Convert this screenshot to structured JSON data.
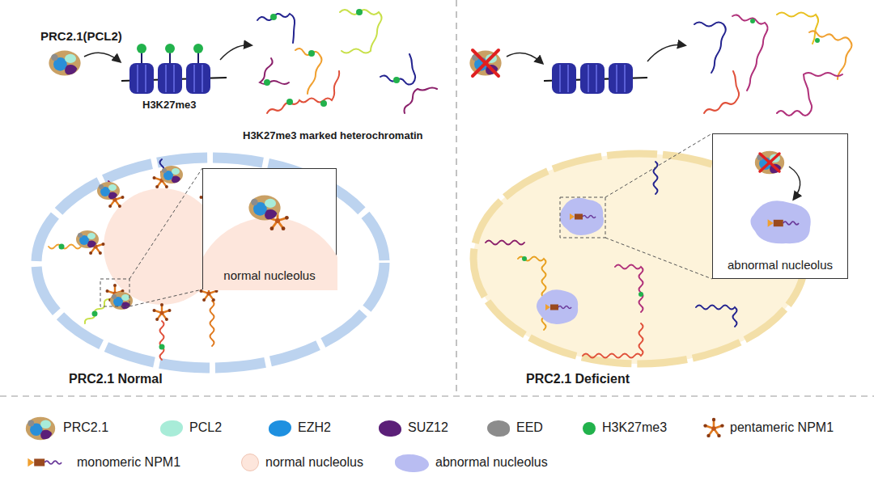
{
  "diagram": {
    "nodes": [
      {
        "text": [
          "PRC2.1 Normal"
        ]
      },
      {
        "text": [
          "normal nucleolus"
        ],
        "in": 0
      },
      {
        "text": [
          "PRC2.1 Deficient"
        ]
      },
      {
        "text": [
          "abnormal nucleolus"
        ],
        "in": 2
      }
    ],
    "labels": [
      "PRC2.1(PCL2)",
      "H3K27me3",
      "H3K27me3 marked heterochromatin"
    ],
    "legend": [
      {
        "text": "PRC2.1"
      },
      {
        "text": "PCL2",
        "color": "#a8ecd8"
      },
      {
        "text": "EZH2",
        "color": "#1e90e0"
      },
      {
        "text": "SUZ12",
        "color": "#5b1f78"
      },
      {
        "text": "EED",
        "color": "#8c8c8c"
      },
      {
        "text": "H3K27me3",
        "color": "#22b24c"
      },
      {
        "text": "pentameric NPM1"
      },
      {
        "text": "monomeric NPM1"
      },
      {
        "text": "normal nucleolus",
        "color": "#fde6dc"
      },
      {
        "text": "abnormal nucleolus",
        "color": "#b9bdf2"
      }
    ]
  }
}
